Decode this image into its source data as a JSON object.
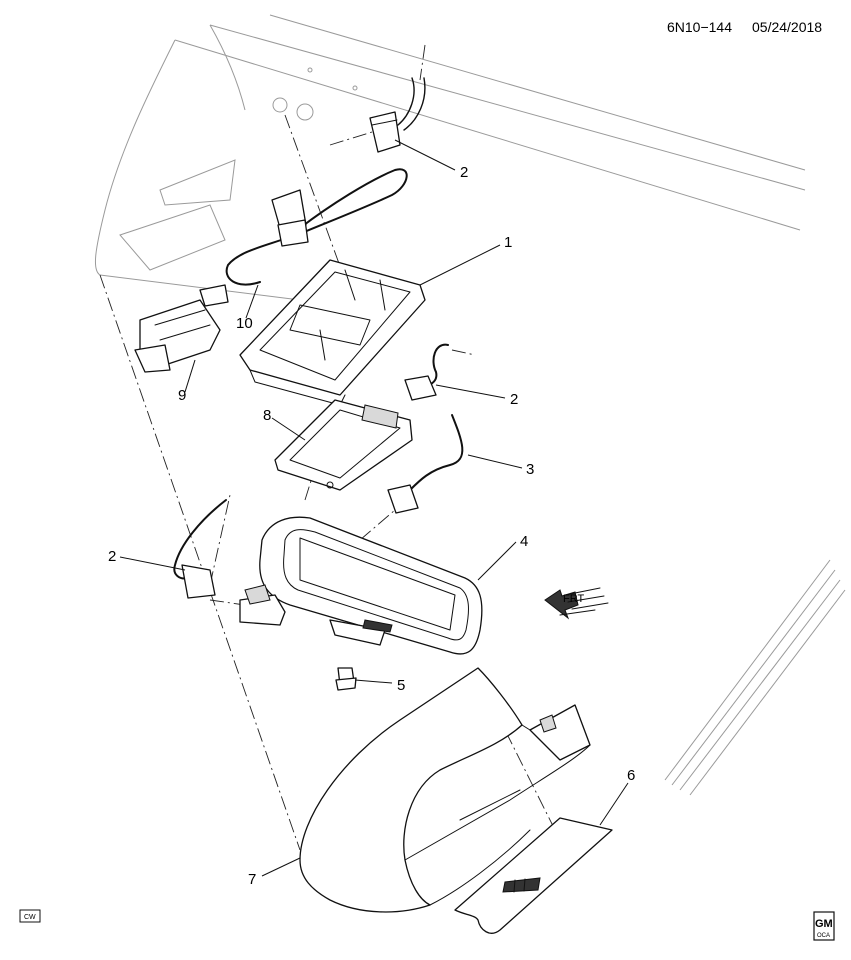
{
  "header": {
    "drawing_id": "6N10−144",
    "date": "05/24/2018"
  },
  "callouts": [
    {
      "id": "callout-1",
      "label": "1"
    },
    {
      "id": "callout-2a",
      "label": "2"
    },
    {
      "id": "callout-2b",
      "label": "2"
    },
    {
      "id": "callout-2c",
      "label": "2"
    },
    {
      "id": "callout-3",
      "label": "3"
    },
    {
      "id": "callout-4",
      "label": "4"
    },
    {
      "id": "callout-5",
      "label": "5"
    },
    {
      "id": "callout-6",
      "label": "6"
    },
    {
      "id": "callout-7",
      "label": "7"
    },
    {
      "id": "callout-8",
      "label": "8"
    },
    {
      "id": "callout-9",
      "label": "9"
    },
    {
      "id": "callout-10",
      "label": "10"
    }
  ],
  "direction_arrow": {
    "label": "FRT"
  },
  "footer": {
    "cw_badge": "CW",
    "logo_text": "GM",
    "logo_sub": "OCA"
  }
}
